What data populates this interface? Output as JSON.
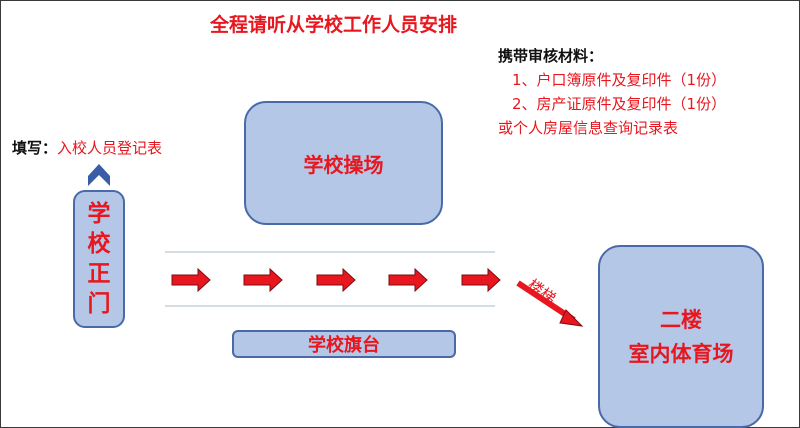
{
  "title": "全程请听从学校工作人员安排",
  "materials": {
    "heading": "携带审核材料：",
    "items": [
      "1、户口簿原件及复印件（1份）",
      "2、房产证原件及复印件（1份）"
    ],
    "alternative": "或个人房屋信息查询记录表"
  },
  "fill": {
    "label": "填写：",
    "value": "入校人员登记表"
  },
  "locations": {
    "playground": "学校操场",
    "gate_chars": [
      "学",
      "校",
      "正",
      "门"
    ],
    "flag_stage": "学校旗台",
    "gym_line1": "二楼",
    "gym_line2": "室内体育场"
  },
  "stairs_label": "楼梯",
  "colors": {
    "accent_red": "#e8161e",
    "box_fill": "#b4c7e7",
    "box_border": "#4a69a8",
    "up_arrow": "#3a5da8"
  }
}
